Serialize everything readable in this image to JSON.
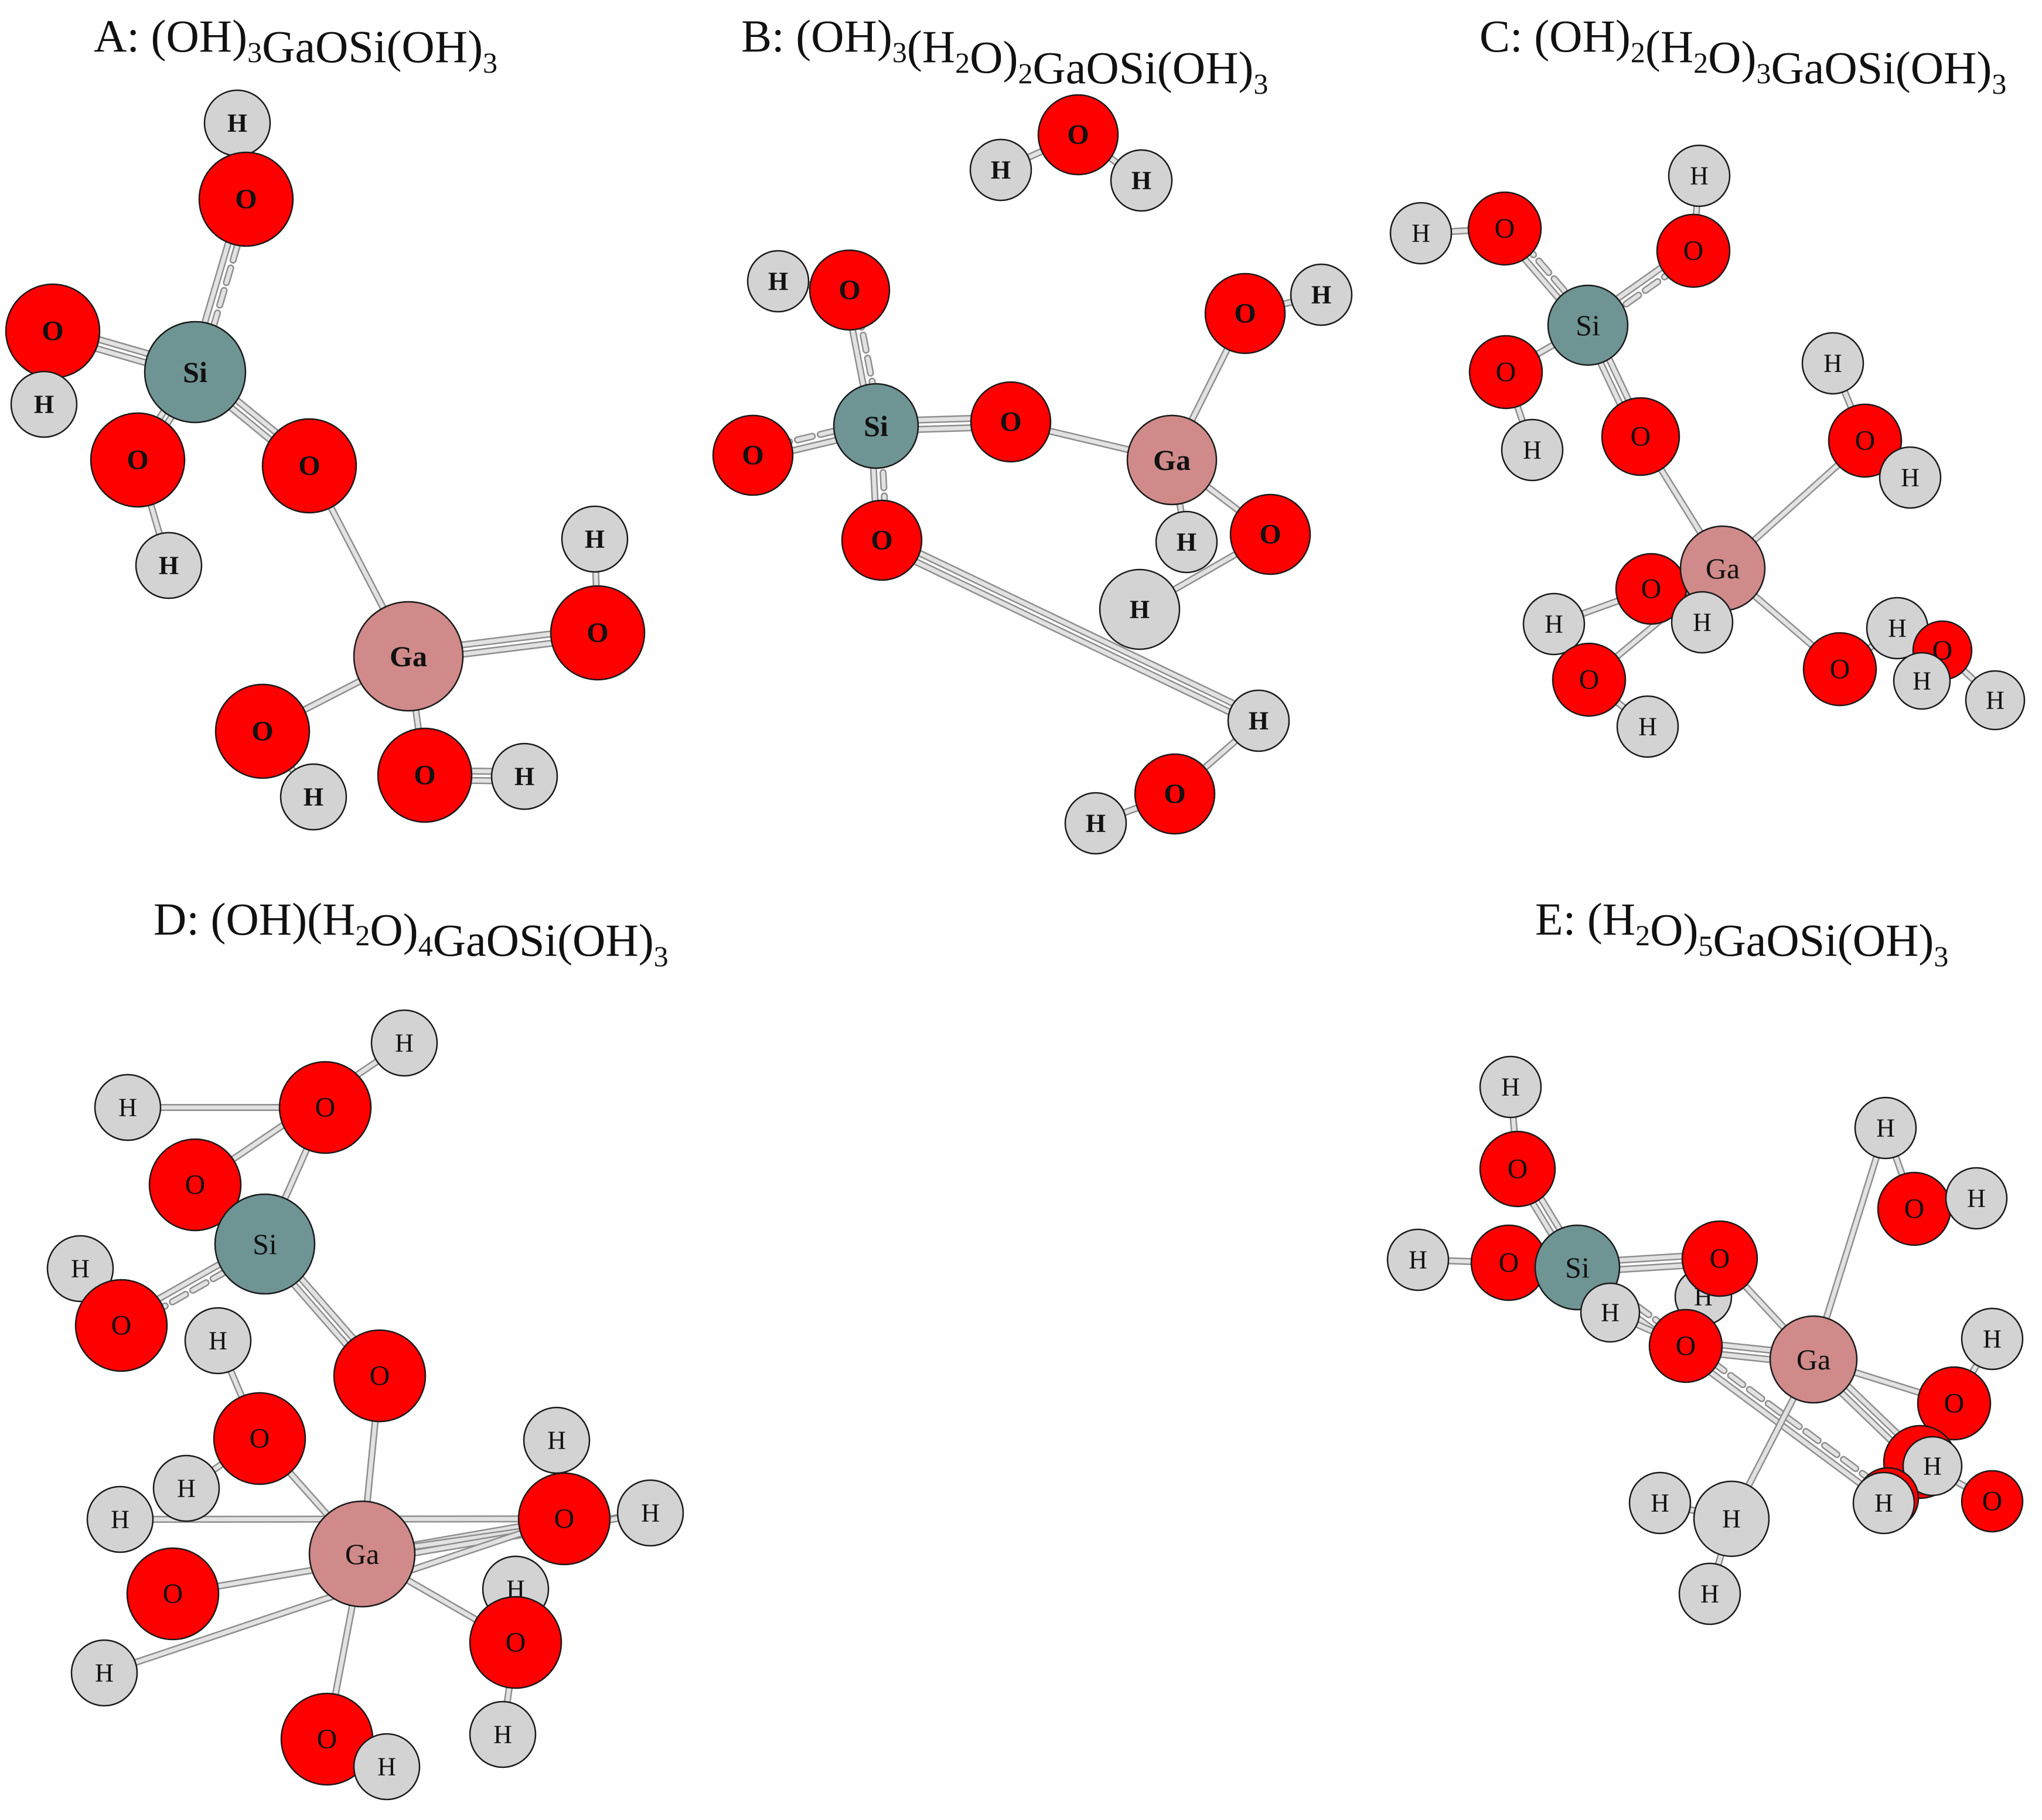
{
  "panels": [
    {
      "id": "A",
      "title": {
        "prefix": "A: ",
        "formula": [
          [
            "(OH)",
            "3"
          ],
          [
            "GaOSi(OH)",
            "3"
          ]
        ]
      },
      "bold_labels": true,
      "atoms": [
        {
          "el": "H",
          "label": "H"
        },
        {
          "el": "O",
          "label": "O"
        },
        {
          "el": "O",
          "label": "O"
        },
        {
          "el": "Si",
          "label": "Si"
        },
        {
          "el": "H",
          "label": "H"
        },
        {
          "el": "O",
          "label": "O"
        },
        {
          "el": "O",
          "label": "O"
        },
        {
          "el": "H",
          "label": "H"
        },
        {
          "el": "H",
          "label": "H"
        },
        {
          "el": "O",
          "label": "O"
        },
        {
          "el": "Ga",
          "label": "Ga"
        },
        {
          "el": "O",
          "label": "O"
        },
        {
          "el": "H",
          "label": "H"
        },
        {
          "el": "O",
          "label": "O"
        },
        {
          "el": "H",
          "label": "H"
        }
      ]
    },
    {
      "id": "B",
      "title": {
        "prefix": "B: ",
        "formula": [
          [
            "(OH)",
            "3"
          ],
          [
            "(H",
            "2"
          ],
          [
            "O)",
            "2"
          ],
          [
            "GaOSi(OH)",
            "3"
          ]
        ]
      },
      "bold_labels": true,
      "atoms": [
        {
          "el": "O",
          "label": "O"
        },
        {
          "el": "H",
          "label": "H"
        },
        {
          "el": "H",
          "label": "H"
        },
        {
          "el": "H",
          "label": "H"
        },
        {
          "el": "O",
          "label": "O"
        },
        {
          "el": "O",
          "label": "O"
        },
        {
          "el": "H",
          "label": "H"
        },
        {
          "el": "O",
          "label": "O"
        },
        {
          "el": "Si",
          "label": "Si"
        },
        {
          "el": "O",
          "label": "O"
        },
        {
          "el": "Ga",
          "label": "Ga"
        },
        {
          "el": "H",
          "label": "H"
        },
        {
          "el": "O",
          "label": "O"
        },
        {
          "el": "H",
          "label": "H"
        },
        {
          "el": "O",
          "label": "O"
        },
        {
          "el": "O",
          "label": "O"
        },
        {
          "el": "H",
          "label": "H"
        },
        {
          "el": "H",
          "label": "H"
        },
        {
          "el": "O",
          "label": "O"
        },
        {
          "el": "H",
          "label": "H"
        },
        {
          "el": "H",
          "label": "H"
        }
      ]
    },
    {
      "id": "C",
      "title": {
        "prefix": "C: ",
        "formula": [
          [
            "(OH)",
            "2"
          ],
          [
            "(H",
            "2"
          ],
          [
            "O)",
            "3"
          ],
          [
            "GaOSi(OH)",
            "3"
          ]
        ]
      },
      "bold_labels": false,
      "atoms": [
        {
          "el": "H",
          "label": "H"
        },
        {
          "el": "H",
          "label": "H"
        },
        {
          "el": "O",
          "label": "O"
        },
        {
          "el": "O",
          "label": "O"
        },
        {
          "el": "Si",
          "label": "Si"
        },
        {
          "el": "H",
          "label": "H"
        },
        {
          "el": "O",
          "label": "O"
        },
        {
          "el": "O",
          "label": "O"
        },
        {
          "el": "H",
          "label": "H"
        },
        {
          "el": "O",
          "label": "O"
        },
        {
          "el": "H",
          "label": "H"
        },
        {
          "el": "O",
          "label": "O"
        },
        {
          "el": "H",
          "label": "H"
        },
        {
          "el": "Ga",
          "label": "Ga"
        },
        {
          "el": "H",
          "label": "H"
        },
        {
          "el": "O",
          "label": "O"
        },
        {
          "el": "H",
          "label": "H"
        },
        {
          "el": "O",
          "label": "O"
        },
        {
          "el": "H",
          "label": "H"
        },
        {
          "el": "O",
          "label": "O"
        },
        {
          "el": "H",
          "label": "H"
        },
        {
          "el": "H",
          "label": "H"
        },
        {
          "el": "H",
          "label": "H"
        }
      ]
    },
    {
      "id": "D",
      "title": {
        "prefix": "D: ",
        "formula": [
          [
            "(OH)(H",
            "2"
          ],
          [
            "O)",
            "4"
          ],
          [
            "GaOSi(OH)",
            "3"
          ]
        ]
      },
      "bold_labels": false,
      "atoms": [
        {
          "el": "H",
          "label": "H"
        },
        {
          "el": "H",
          "label": "H"
        },
        {
          "el": "O",
          "label": "O"
        },
        {
          "el": "O",
          "label": "O"
        },
        {
          "el": "Si",
          "label": "Si"
        },
        {
          "el": "H",
          "label": "H"
        },
        {
          "el": "O",
          "label": "O"
        },
        {
          "el": "H",
          "label": "H"
        },
        {
          "el": "O",
          "label": "O"
        },
        {
          "el": "O",
          "label": "O"
        },
        {
          "el": "H",
          "label": "H"
        },
        {
          "el": "H",
          "label": "H"
        },
        {
          "el": "H",
          "label": "H"
        },
        {
          "el": "O",
          "label": "O"
        },
        {
          "el": "H",
          "label": "H"
        },
        {
          "el": "O",
          "label": "O"
        },
        {
          "el": "Ga",
          "label": "Ga"
        },
        {
          "el": "H",
          "label": "H"
        },
        {
          "el": "O",
          "label": "O"
        },
        {
          "el": "H",
          "label": "H"
        },
        {
          "el": "H",
          "label": "H"
        },
        {
          "el": "O",
          "label": "O"
        },
        {
          "el": "H",
          "label": "H"
        },
        {
          "el": "H",
          "label": "H"
        }
      ]
    },
    {
      "id": "E",
      "title": {
        "prefix": "E: ",
        "formula": [
          [
            "(H",
            "2"
          ],
          [
            "O)",
            "5"
          ],
          [
            "GaOSi(OH)",
            "3"
          ]
        ]
      },
      "bold_labels": false,
      "atoms": [
        {
          "el": "H",
          "label": "H"
        },
        {
          "el": "O",
          "label": "O"
        },
        {
          "el": "H",
          "label": "H"
        },
        {
          "el": "O",
          "label": "O"
        },
        {
          "el": "H",
          "label": "H"
        },
        {
          "el": "O",
          "label": "O"
        },
        {
          "el": "H",
          "label": "H"
        },
        {
          "el": "Si",
          "label": "Si"
        },
        {
          "el": "H",
          "label": "H"
        },
        {
          "el": "H",
          "label": "H"
        },
        {
          "el": "O",
          "label": "O"
        },
        {
          "el": "O",
          "label": "O"
        },
        {
          "el": "H",
          "label": "H"
        },
        {
          "el": "Ga",
          "label": "Ga"
        },
        {
          "el": "O",
          "label": "O"
        },
        {
          "el": "O",
          "label": "O"
        },
        {
          "el": "H",
          "label": "H"
        },
        {
          "el": "O",
          "label": "O"
        },
        {
          "el": "H",
          "label": "H"
        },
        {
          "el": "H",
          "label": "H"
        },
        {
          "el": "H",
          "label": "H"
        },
        {
          "el": "O",
          "label": "O"
        },
        {
          "el": "H",
          "label": "H"
        },
        {
          "el": "H",
          "label": "H"
        }
      ]
    }
  ],
  "element_colors": {
    "O": "#ff0000",
    "H": "#d3d3d3",
    "Si": "#6f9494",
    "Ga": "#d08a8a"
  }
}
